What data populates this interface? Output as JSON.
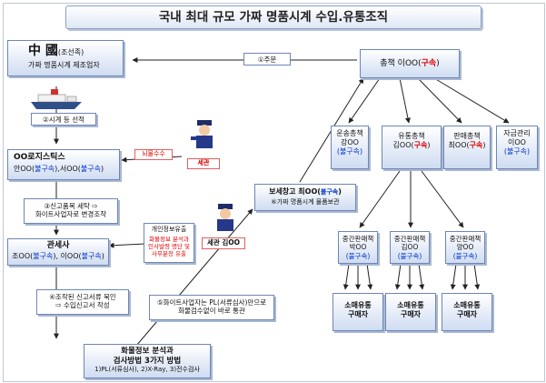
{
  "title": "국내 최대 규모 가짜 명품시계 수입.유통조직",
  "china": {
    "name": "中 國",
    "suffix": "(조선족)",
    "desc": "가짜 명품시계 제조업자"
  },
  "order_label": "①주문",
  "shipping_label": "②시계 등 선적",
  "logistics": {
    "name": "OO로지스틱스",
    "people_a": "안OO(",
    "tag1": "불구속",
    "mid": "),서OO(",
    "tag2": "불구속",
    "end": ")"
  },
  "bribe_label": "뇌물수수",
  "customs_official": "세관",
  "info_leak": {
    "title": "개인정보유출",
    "line1": "화물정보 분석과",
    "line2": "인사발령 명단 및",
    "line3": "사무분장 유출"
  },
  "customs_kim": "세관 김OO",
  "step3": {
    "line1": "③신고품목 세탁 ⇨",
    "line2": "화이트사업자로 변경조작"
  },
  "broker": {
    "name": "관세사",
    "a": "조OO(",
    "tag1": "불구속",
    "b": "), 이OO(",
    "tag2": "불구속",
    "c": ")"
  },
  "step4": {
    "line1": "④조작된 신고서류 묵인",
    "line2": "⇨ 수입신고서 작성"
  },
  "step5": {
    "line1": "⑤화이트사업자는 PL(서류심사)만으로",
    "line2": "화물검수없이 바로 통관"
  },
  "cargo": {
    "title": "화물정보 분석과",
    "subtitle": "검사방법 3가지 방법",
    "methods": "1)PL(서류심사), 2)X-Ray, 3)전수검사"
  },
  "warehouse": {
    "name": "보세창고 최OO(",
    "tag": "불구속",
    "end": ")",
    "desc": "⑥가짜 명품시계 물품보관"
  },
  "chief": {
    "title": "총책 이OO(",
    "tag": "구속",
    "end": ")"
  },
  "transport": {
    "title": "운송총책",
    "name": "강OO",
    "tag": "(불구속)"
  },
  "distribution": {
    "title": "유통총책",
    "name": "김OO(",
    "tag": "구속",
    "end": ")"
  },
  "sales": {
    "title": "판매총책",
    "name": "최OO(",
    "tag": "구속",
    "end": ")"
  },
  "funds": {
    "title": "자금관리",
    "name": "이OO",
    "tag": "(불구속)"
  },
  "middlemen": [
    {
      "title": "중간판매책",
      "name": "박OO",
      "tag": "(불구속)"
    },
    {
      "title": "중간판매책",
      "name": "김OO",
      "tag": "(불구속)"
    },
    {
      "title": "중간판매책",
      "name": "양OO",
      "tag": "(불구속)"
    }
  ],
  "buyers": [
    {
      "line1": "소매유통",
      "line2": "구매자"
    },
    {
      "line1": "소매유통",
      "line2": "구매자"
    },
    {
      "line1": "소매유통",
      "line2": "구매자"
    }
  ]
}
